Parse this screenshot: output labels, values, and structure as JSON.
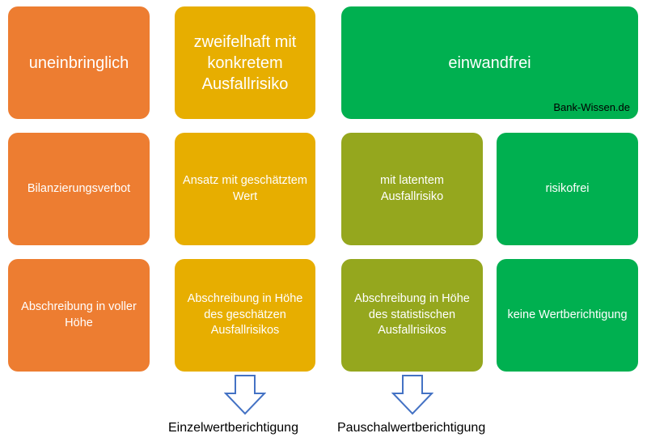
{
  "columns": {
    "uneinbringlich": {
      "header": "uneinbringlich",
      "middle": "Bilanzierungsverbot",
      "bottom": "Abschreibung in voller Höhe"
    },
    "zweifelhaft": {
      "header": "zweifelhaft mit konkretem Ausfallrisiko",
      "middle": "Ansatz mit geschätztem Wert",
      "bottom": "Abschreibung in Höhe des geschätzen Ausfallrisikos"
    },
    "einwandfrei": {
      "header": "einwandfrei",
      "watermark": "Bank-Wissen.de"
    },
    "latent": {
      "middle": "mit latentem Ausfallrisiko",
      "bottom": "Abschreibung in Höhe des statistischen Ausfallrisikos"
    },
    "risikofrei": {
      "middle": "risikofrei",
      "bottom": "keine Wertberichtigung"
    }
  },
  "footer": {
    "left": "Einzelwertberichtigung",
    "right": "Pauschalwertberichtigung"
  },
  "colors": {
    "orange": "#ED7D31",
    "gold": "#E7AE00",
    "green": "#00B050",
    "olive": "#95A71E",
    "arrow_outline": "#4472C4"
  }
}
